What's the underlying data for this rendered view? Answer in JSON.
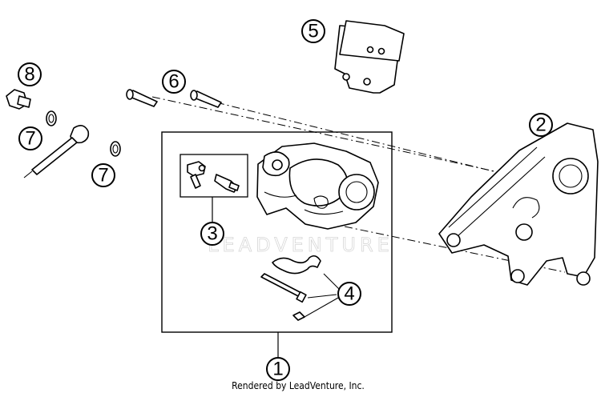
{
  "callouts": [
    {
      "id": "1",
      "label": "1"
    },
    {
      "id": "2",
      "label": "2"
    },
    {
      "id": "3",
      "label": "3"
    },
    {
      "id": "4",
      "label": "4"
    },
    {
      "id": "5",
      "label": "5"
    },
    {
      "id": "6",
      "label": "6"
    },
    {
      "id": "7a",
      "label": "7"
    },
    {
      "id": "7b",
      "label": "7"
    },
    {
      "id": "8",
      "label": "8"
    }
  ],
  "watermark": "LEADVENTURE",
  "credit": "Rendered by LeadVenture, Inc."
}
